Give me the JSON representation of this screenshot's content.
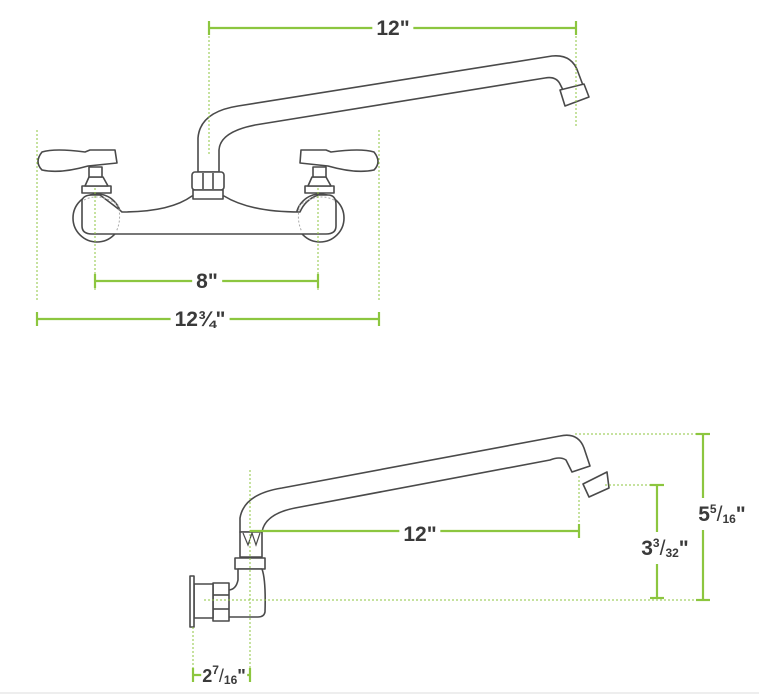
{
  "colors": {
    "dimension": "#8cc63f",
    "outline": "#4a4a4a",
    "text": "#3a3a3a"
  },
  "front_view": {
    "spout_reach": {
      "whole": "12",
      "unit": "\""
    },
    "center_spacing": {
      "whole": "8",
      "unit": "\""
    },
    "overall_width": {
      "whole": "12",
      "fraction": "¾",
      "unit": "\""
    }
  },
  "side_view": {
    "spout_reach": {
      "whole": "12",
      "unit": "\""
    },
    "total_height": {
      "whole": "5",
      "num": "5",
      "den": "16",
      "unit": "\""
    },
    "outlet_height": {
      "whole": "3",
      "num": "3",
      "den": "32",
      "unit": "\""
    },
    "wall_offset": {
      "whole": "2",
      "num": "7",
      "den": "16",
      "unit": "\""
    }
  }
}
